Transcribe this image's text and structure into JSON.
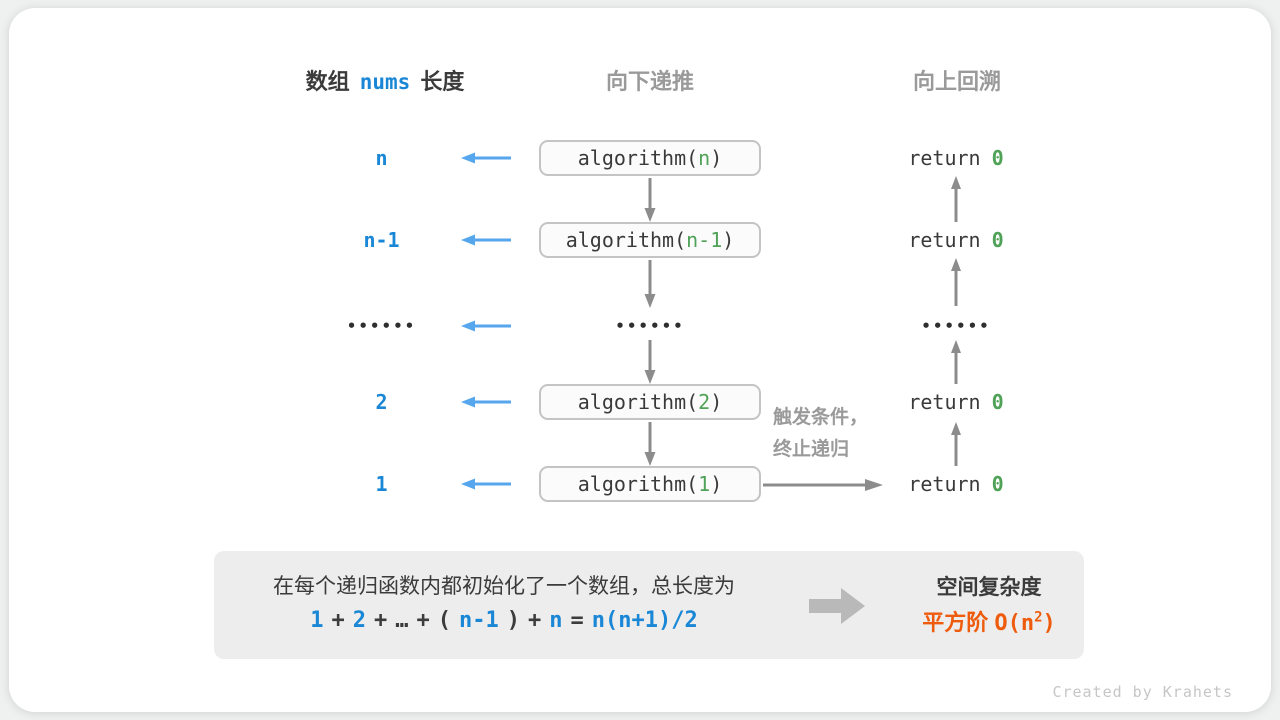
{
  "colors": {
    "blue_text": "#1a87d6",
    "light_blue_arrow": "#55a6ec",
    "green_value": "#4fa257",
    "orange_complexity": "#ee5b0c",
    "gray_label": "#9a9a9a",
    "dark_text": "#3b3b3b",
    "summary_bg": "#ededed"
  },
  "headers": {
    "array_prefix": "数组",
    "array_code": "nums",
    "array_suffix": "长度",
    "recurse_down": "向下递推",
    "backtrack_up": "向上回溯"
  },
  "rows": [
    {
      "length": "n",
      "call_pre": "algorithm(",
      "call_arg": "n",
      "call_post": ")",
      "ret_kw": "return",
      "ret_val": "0"
    },
    {
      "length": "n-1",
      "call_pre": "algorithm(",
      "call_arg": "n-1",
      "call_post": ")",
      "ret_kw": "return",
      "ret_val": "0"
    },
    {
      "length_dots": "••••••",
      "mid_dots": "••••••",
      "right_dots": "••••••"
    },
    {
      "length": "2",
      "call_pre": "algorithm(",
      "call_arg": "2",
      "call_post": ")",
      "ret_kw": "return",
      "ret_val": "0"
    },
    {
      "length": "1",
      "call_pre": "algorithm(",
      "call_arg": "1",
      "call_post": ")",
      "ret_kw": "return",
      "ret_val": "0"
    }
  ],
  "annotation": {
    "line1": "触发条件，",
    "line2": "终止递归"
  },
  "summary": {
    "description": "在每个递归函数内都初始化了一个数组，总长度为",
    "formula": {
      "n1": "1",
      "p1": "+",
      "n2": "2",
      "p2": "+",
      "dots": "…",
      "p3": "+",
      "b1": "(",
      "n3": "n-1",
      "b2": ")",
      "p4": "+",
      "n4": "n",
      "eq": "=",
      "n5": "n(n+1)/2"
    },
    "complexity_title": "空间复杂度",
    "complexity_label": "平方阶",
    "complexity_o_pre": "O(n",
    "complexity_sup": "2",
    "complexity_o_post": ")"
  },
  "watermark": "Created by Krahets"
}
